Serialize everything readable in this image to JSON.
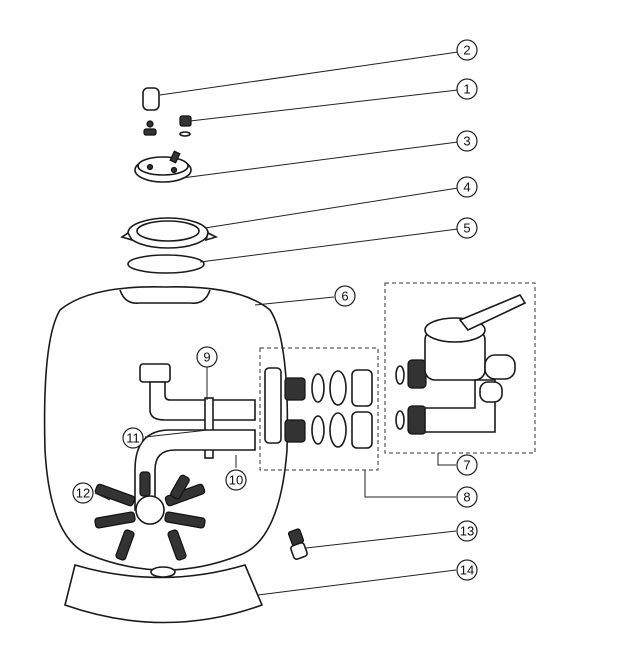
{
  "diagram": {
    "type": "exploded-parts-view",
    "callouts": [
      {
        "id": "c1",
        "label": "1"
      },
      {
        "id": "c2",
        "label": "2"
      },
      {
        "id": "c3",
        "label": "3"
      },
      {
        "id": "c4",
        "label": "4"
      },
      {
        "id": "c5",
        "label": "5"
      },
      {
        "id": "c6",
        "label": "6"
      },
      {
        "id": "c7",
        "label": "7"
      },
      {
        "id": "c8",
        "label": "8"
      },
      {
        "id": "c9",
        "label": "9"
      },
      {
        "id": "c10",
        "label": "10"
      },
      {
        "id": "c11",
        "label": "11"
      },
      {
        "id": "c12",
        "label": "12"
      },
      {
        "id": "c13",
        "label": "13"
      },
      {
        "id": "c14",
        "label": "14"
      }
    ]
  }
}
